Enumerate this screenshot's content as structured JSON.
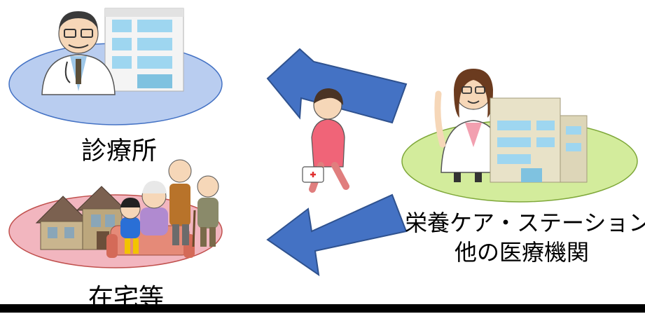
{
  "labels": {
    "clinic": "診療所",
    "home": "在宅等",
    "station_line1": "栄養ケア・ステーション",
    "station_line2": "他の医療機関"
  },
  "colors": {
    "clinic_ellipse": "#b9cdf0",
    "home_ellipse": "#f2b6bf",
    "station_ellipse": "#d3ec9c",
    "arrow_fill": "#4472c4",
    "arrow_stroke": "#2f528f"
  },
  "icons": [
    "doctor-icon",
    "hospital-building-icon",
    "dietitian-icon",
    "clinic-building-icon",
    "house-icon",
    "family-on-sofa-icon",
    "walking-woman-with-bag-icon"
  ]
}
